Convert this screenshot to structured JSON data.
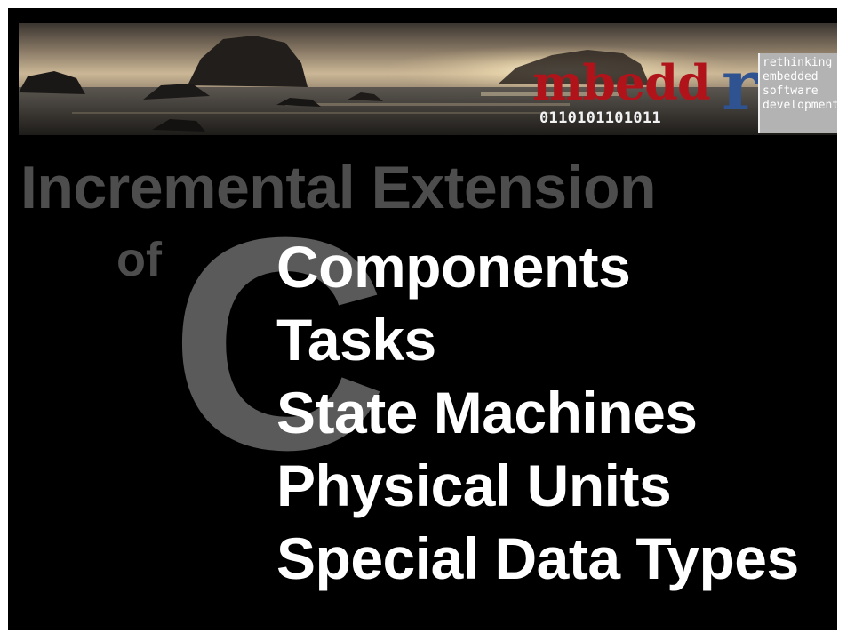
{
  "banner": {
    "logo_word": "mbedd",
    "logo_r": "r",
    "binary": "0110101101011",
    "tagline": [
      "rethinking",
      "embedded",
      "software",
      "development"
    ],
    "colors": {
      "logo_red": "#b0141a",
      "logo_blue": "#2f5290",
      "tagline_box": "#b3b3b3"
    }
  },
  "title": "Incremental Extension",
  "of": "of",
  "big_letter": "C",
  "features": [
    "Components",
    "Tasks",
    "State Machines",
    "Physical Units",
    "Special Data Types"
  ],
  "colors": {
    "background": "#000000",
    "title": "#4d4d4d",
    "features": "#ffffff"
  }
}
